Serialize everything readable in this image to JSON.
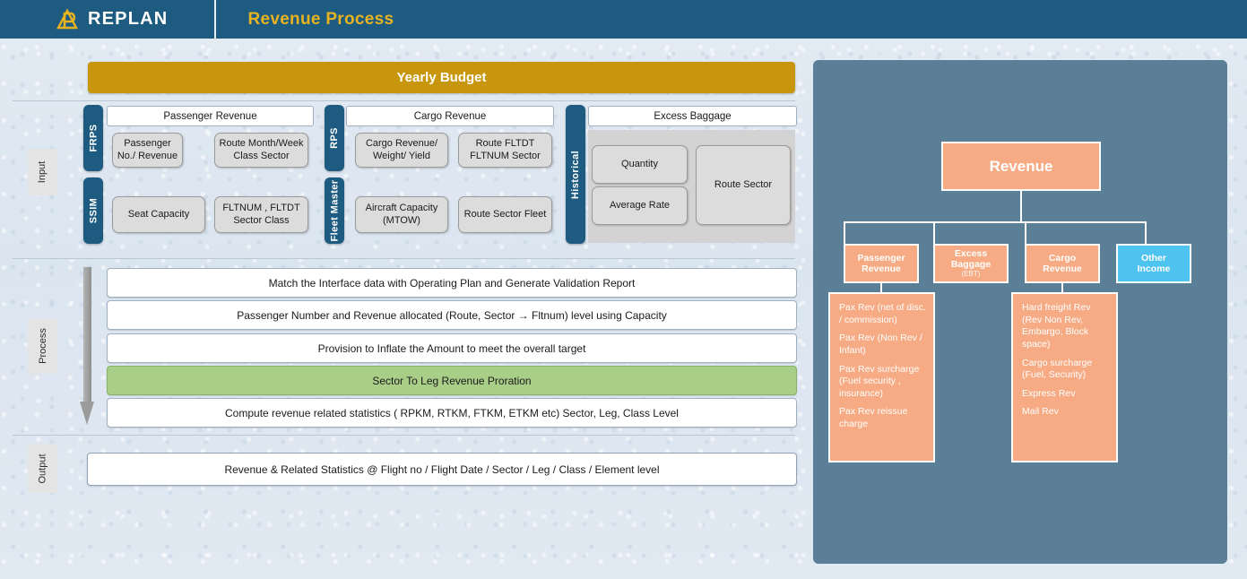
{
  "header": {
    "logo_text": "REPLAN",
    "logo_icon": "replan-logo-icon",
    "title": "Revenue Process",
    "brand_color": "#1d5b80",
    "accent_color": "#e8b321"
  },
  "budget": {
    "label": "Yearly Budget",
    "color": "#c8960c"
  },
  "sections": {
    "input_label": "Input",
    "process_label": "Process",
    "output_label": "Output"
  },
  "sources": {
    "frps": "FRPS",
    "ssim": "SSIM",
    "rps": "RPS",
    "fleet_master": "Fleet Master",
    "historical": "Historical"
  },
  "columns": [
    {
      "head": "Passenger Revenue",
      "boxes": [
        "Passenger No./ Revenue",
        "Route Month/Week Class Sector",
        "Seat Capacity",
        "FLTNUM , FLTDT Sector Class"
      ]
    },
    {
      "head": "Cargo Revenue",
      "boxes": [
        "Cargo Revenue/ Weight/ Yield",
        "Route FLTDT FLTNUM Sector",
        "Aircraft Capacity (MTOW)",
        "Route Sector Fleet"
      ]
    },
    {
      "head": "Excess Baggage",
      "boxes": [
        "Quantity",
        "Average Rate",
        "Route Sector"
      ]
    }
  ],
  "process_rows": [
    {
      "label": "Match the Interface data with Operating Plan and Generate Validation Report",
      "highlight": false
    },
    {
      "label": "Passenger Number and Revenue allocated (Route, Sector → Fltnum) level using Capacity",
      "highlight": false
    },
    {
      "label": "Provision to Inflate the Amount to meet the overall target",
      "highlight": false
    },
    {
      "label": "Sector To Leg Revenue Proration",
      "highlight": true
    },
    {
      "label": "Compute revenue related statistics ( RPKM, RTKM, FTKM, ETKM etc) Sector, Leg, Class Level",
      "highlight": false
    }
  ],
  "output_row": "Revenue & Related Statistics @ Flight no / Flight Date / Sector / Leg / Class / Element level",
  "tree": {
    "root": "Revenue",
    "children": [
      {
        "label": "Passenger\nRevenue",
        "line1": "Passenger",
        "line2": "Revenue",
        "sub": "",
        "color": "#f6ab84"
      },
      {
        "label": "Excess Baggage",
        "line1": "Excess",
        "line2": "Baggage",
        "sub": "(EBT)",
        "color": "#f6ab84"
      },
      {
        "label": "Cargo Revenue",
        "line1": "Cargo",
        "line2": "Revenue",
        "sub": "",
        "color": "#f6ab84"
      },
      {
        "label": "Other Income",
        "line1": "Other",
        "line2": "Income",
        "sub": "",
        "color": "#4ec3f0"
      }
    ],
    "passenger_details": [
      "Pax Rev (net of disc. / commission)",
      "Pax Rev (Non Rev / Infant)",
      "Pax Rev surcharge (Fuel security , insurance)",
      "Pax Rev reissue charge"
    ],
    "cargo_details": [
      "Hard freight Rev (Rev Non Rev, Embargo, Block space)",
      "Cargo surcharge (Fuel, Security)",
      "Express Rev",
      "Mail Rev"
    ]
  }
}
